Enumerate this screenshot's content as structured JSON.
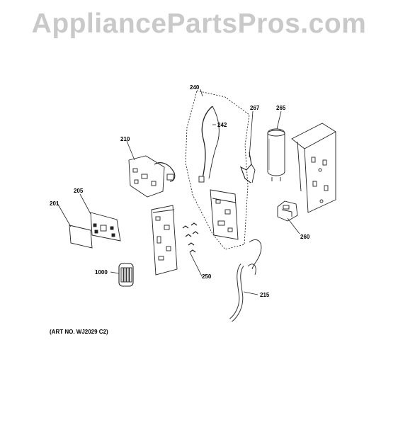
{
  "watermark": "AppliancePartsPros.com",
  "art_number": "(ART NO. WJ2029 C2)",
  "parts": {
    "p240": "240",
    "p242": "242",
    "p267": "267",
    "p265": "265",
    "p210": "210",
    "p205": "205",
    "p201": "201",
    "p260": "260",
    "p1000": "1000",
    "p250": "250",
    "p215": "215"
  }
}
